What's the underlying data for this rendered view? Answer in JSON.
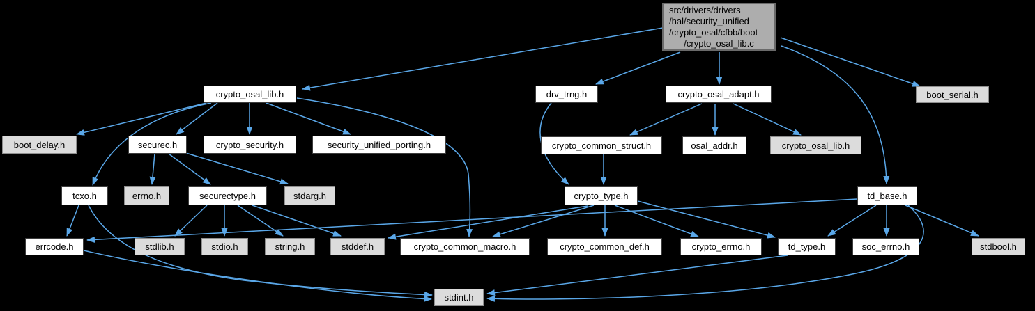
{
  "graph": {
    "kind": "include-dependency-graph",
    "colors": {
      "background": "#000000",
      "edge": "#5aa7e8",
      "node_fill": "#ffffff",
      "node_border": "#3c3c3c",
      "system_node_fill": "#dcdcdc",
      "system_node_border": "#8f8f8f",
      "root_fill": "#adadad",
      "root_border": "#6a6a6a",
      "text": "#000000"
    },
    "root": {
      "id": "root",
      "lines": [
        "src/drivers/drivers",
        "/hal/security_unified",
        "/crypto_osal/cfbb/boot",
        "/crypto_osal_lib.c"
      ]
    },
    "nodes": [
      {
        "id": "crypto_osal_lib_h",
        "label": "crypto_osal_lib.h"
      },
      {
        "id": "drv_trng_h",
        "label": "drv_trng.h"
      },
      {
        "id": "crypto_osal_adapt_h",
        "label": "crypto_osal_adapt.h"
      },
      {
        "id": "boot_serial_h",
        "label": "boot_serial.h"
      },
      {
        "id": "boot_delay_h",
        "label": "boot_delay.h"
      },
      {
        "id": "securec_h",
        "label": "securec.h"
      },
      {
        "id": "crypto_security_h",
        "label": "crypto_security.h"
      },
      {
        "id": "security_unified_porting_h",
        "label": "security_unified_porting.h"
      },
      {
        "id": "crypto_common_struct_h",
        "label": "crypto_common_struct.h"
      },
      {
        "id": "osal_addr_h",
        "label": "osal_addr.h"
      },
      {
        "id": "crypto_osal_lib_h_dup",
        "label": "crypto_osal_lib.h"
      },
      {
        "id": "tcxo_h",
        "label": "tcxo.h"
      },
      {
        "id": "errno_h",
        "label": "errno.h"
      },
      {
        "id": "securectype_h",
        "label": "securectype.h"
      },
      {
        "id": "stdarg_h",
        "label": "stdarg.h"
      },
      {
        "id": "crypto_type_h",
        "label": "crypto_type.h"
      },
      {
        "id": "td_base_h",
        "label": "td_base.h"
      },
      {
        "id": "errcode_h",
        "label": "errcode.h"
      },
      {
        "id": "stdlib_h",
        "label": "stdlib.h"
      },
      {
        "id": "stdio_h",
        "label": "stdio.h"
      },
      {
        "id": "string_h",
        "label": "string.h"
      },
      {
        "id": "stddef_h",
        "label": "stddef.h"
      },
      {
        "id": "crypto_common_macro_h",
        "label": "crypto_common_macro.h"
      },
      {
        "id": "crypto_common_def_h",
        "label": "crypto_common_def.h"
      },
      {
        "id": "crypto_errno_h",
        "label": "crypto_errno.h"
      },
      {
        "id": "td_type_h",
        "label": "td_type.h"
      },
      {
        "id": "soc_errno_h",
        "label": "soc_errno.h"
      },
      {
        "id": "stdbool_h",
        "label": "stdbool.h"
      },
      {
        "id": "stdint_h",
        "label": "stdint.h"
      }
    ],
    "edges": [
      {
        "from": "root",
        "to": "crypto_osal_lib_h"
      },
      {
        "from": "root",
        "to": "drv_trng_h"
      },
      {
        "from": "root",
        "to": "crypto_osal_adapt_h"
      },
      {
        "from": "root",
        "to": "boot_serial_h"
      },
      {
        "from": "root",
        "to": "td_base_h"
      },
      {
        "from": "crypto_osal_lib_h",
        "to": "boot_delay_h"
      },
      {
        "from": "crypto_osal_lib_h",
        "to": "securec_h"
      },
      {
        "from": "crypto_osal_lib_h",
        "to": "crypto_security_h"
      },
      {
        "from": "crypto_osal_lib_h",
        "to": "security_unified_porting_h"
      },
      {
        "from": "crypto_osal_lib_h",
        "to": "tcxo_h"
      },
      {
        "from": "crypto_osal_lib_h",
        "to": "crypto_common_macro_h"
      },
      {
        "from": "crypto_osal_adapt_h",
        "to": "crypto_common_struct_h"
      },
      {
        "from": "crypto_osal_adapt_h",
        "to": "osal_addr_h"
      },
      {
        "from": "crypto_osal_adapt_h",
        "to": "crypto_osal_lib_h_dup"
      },
      {
        "from": "drv_trng_h",
        "to": "crypto_type_h"
      },
      {
        "from": "crypto_common_struct_h",
        "to": "crypto_type_h"
      },
      {
        "from": "securec_h",
        "to": "errno_h"
      },
      {
        "from": "securec_h",
        "to": "securectype_h"
      },
      {
        "from": "securec_h",
        "to": "stdarg_h"
      },
      {
        "from": "securectype_h",
        "to": "stdlib_h"
      },
      {
        "from": "securectype_h",
        "to": "stdio_h"
      },
      {
        "from": "securectype_h",
        "to": "string_h"
      },
      {
        "from": "securectype_h",
        "to": "stddef_h"
      },
      {
        "from": "tcxo_h",
        "to": "errcode_h"
      },
      {
        "from": "tcxo_h",
        "to": "stdint_h"
      },
      {
        "from": "errcode_h",
        "to": "stdint_h"
      },
      {
        "from": "crypto_type_h",
        "to": "stddef_h"
      },
      {
        "from": "crypto_type_h",
        "to": "crypto_common_macro_h"
      },
      {
        "from": "crypto_type_h",
        "to": "crypto_common_def_h"
      },
      {
        "from": "crypto_type_h",
        "to": "crypto_errno_h"
      },
      {
        "from": "crypto_type_h",
        "to": "td_type_h"
      },
      {
        "from": "td_base_h",
        "to": "errcode_h"
      },
      {
        "from": "td_base_h",
        "to": "td_type_h"
      },
      {
        "from": "td_base_h",
        "to": "soc_errno_h"
      },
      {
        "from": "td_base_h",
        "to": "stdbool_h"
      },
      {
        "from": "td_base_h",
        "to": "stdint_h"
      },
      {
        "from": "td_type_h",
        "to": "stdint_h"
      }
    ]
  }
}
